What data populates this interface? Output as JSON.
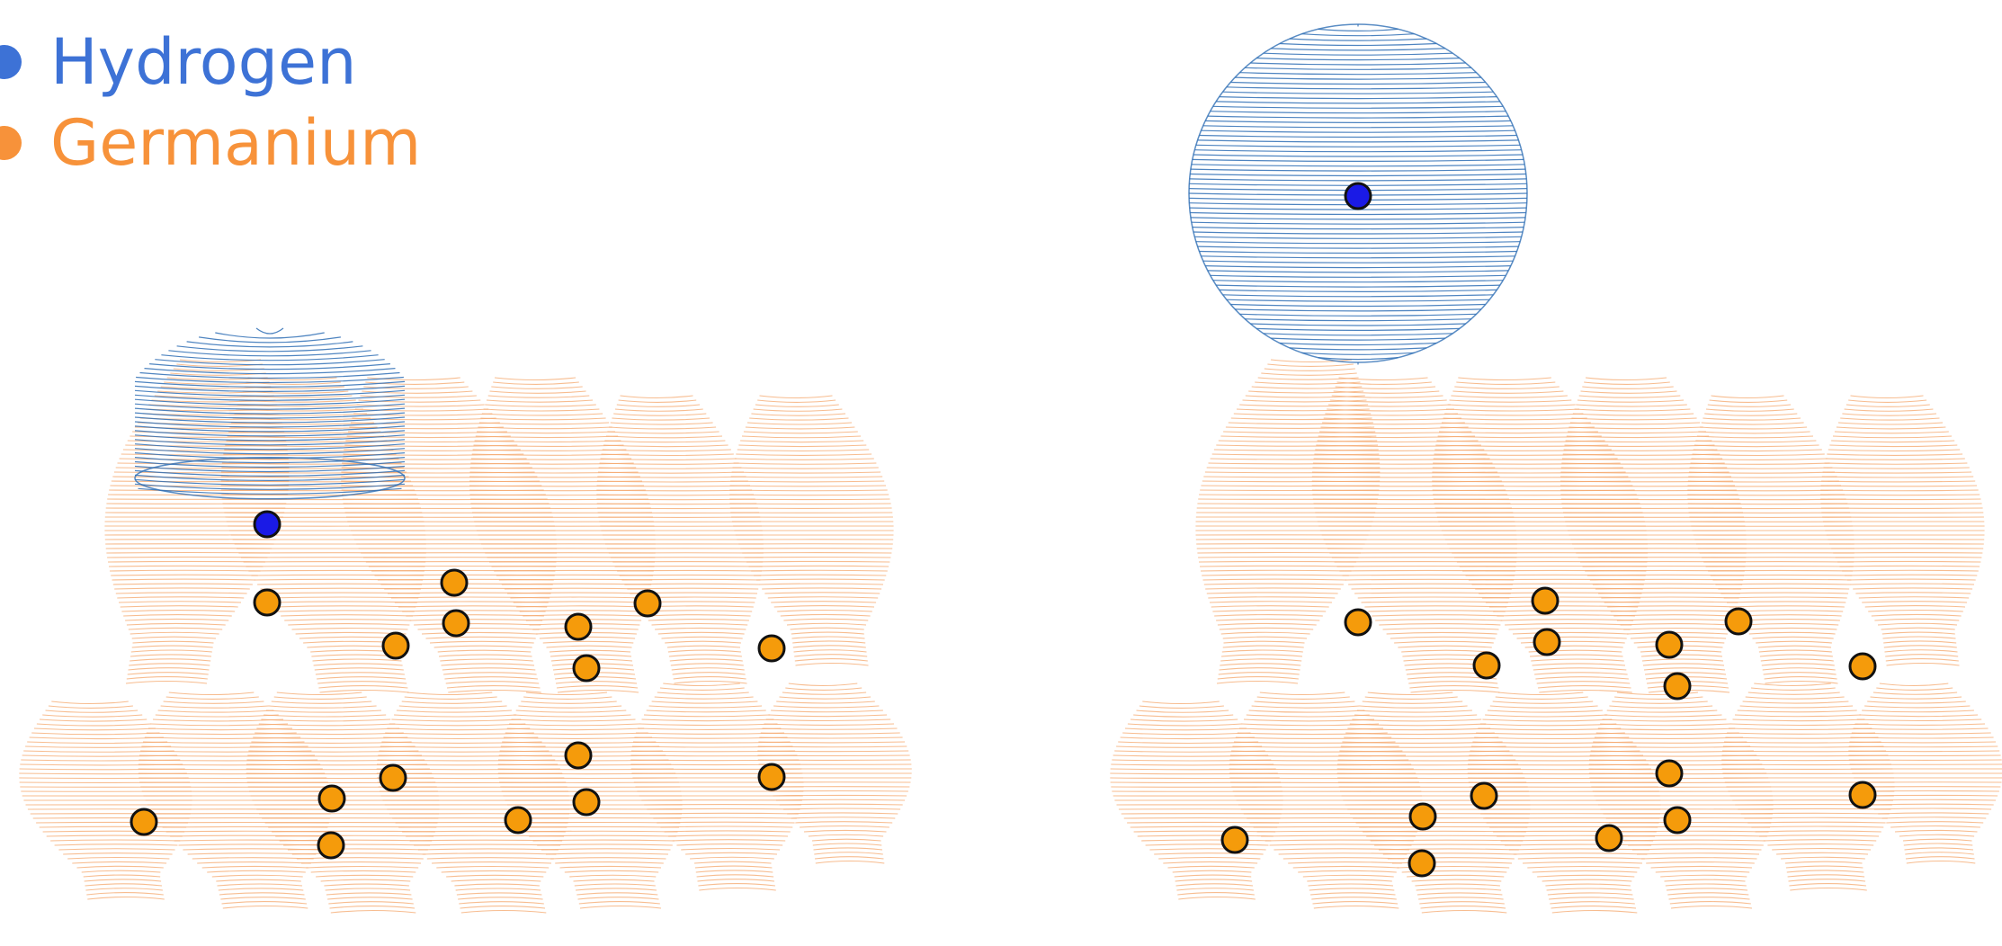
{
  "legend": [
    {
      "label": "Hydrogen",
      "color": "#3d72d6"
    },
    {
      "label": "Germanium",
      "color": "#f7923a"
    }
  ],
  "colors": {
    "hydrogen_mesh": "#2f6fb5",
    "hydrogen_atom": "#1a1ae6",
    "germanium_mesh": "#f4a56a",
    "germanium_atom": "#f59b0b",
    "atom_outline": "#111111"
  },
  "panels": [
    {
      "id": "adsorbed",
      "hydrogen_state": "bound to surface"
    },
    {
      "id": "separated",
      "hydrogen_state": "isolated above surface"
    }
  ]
}
